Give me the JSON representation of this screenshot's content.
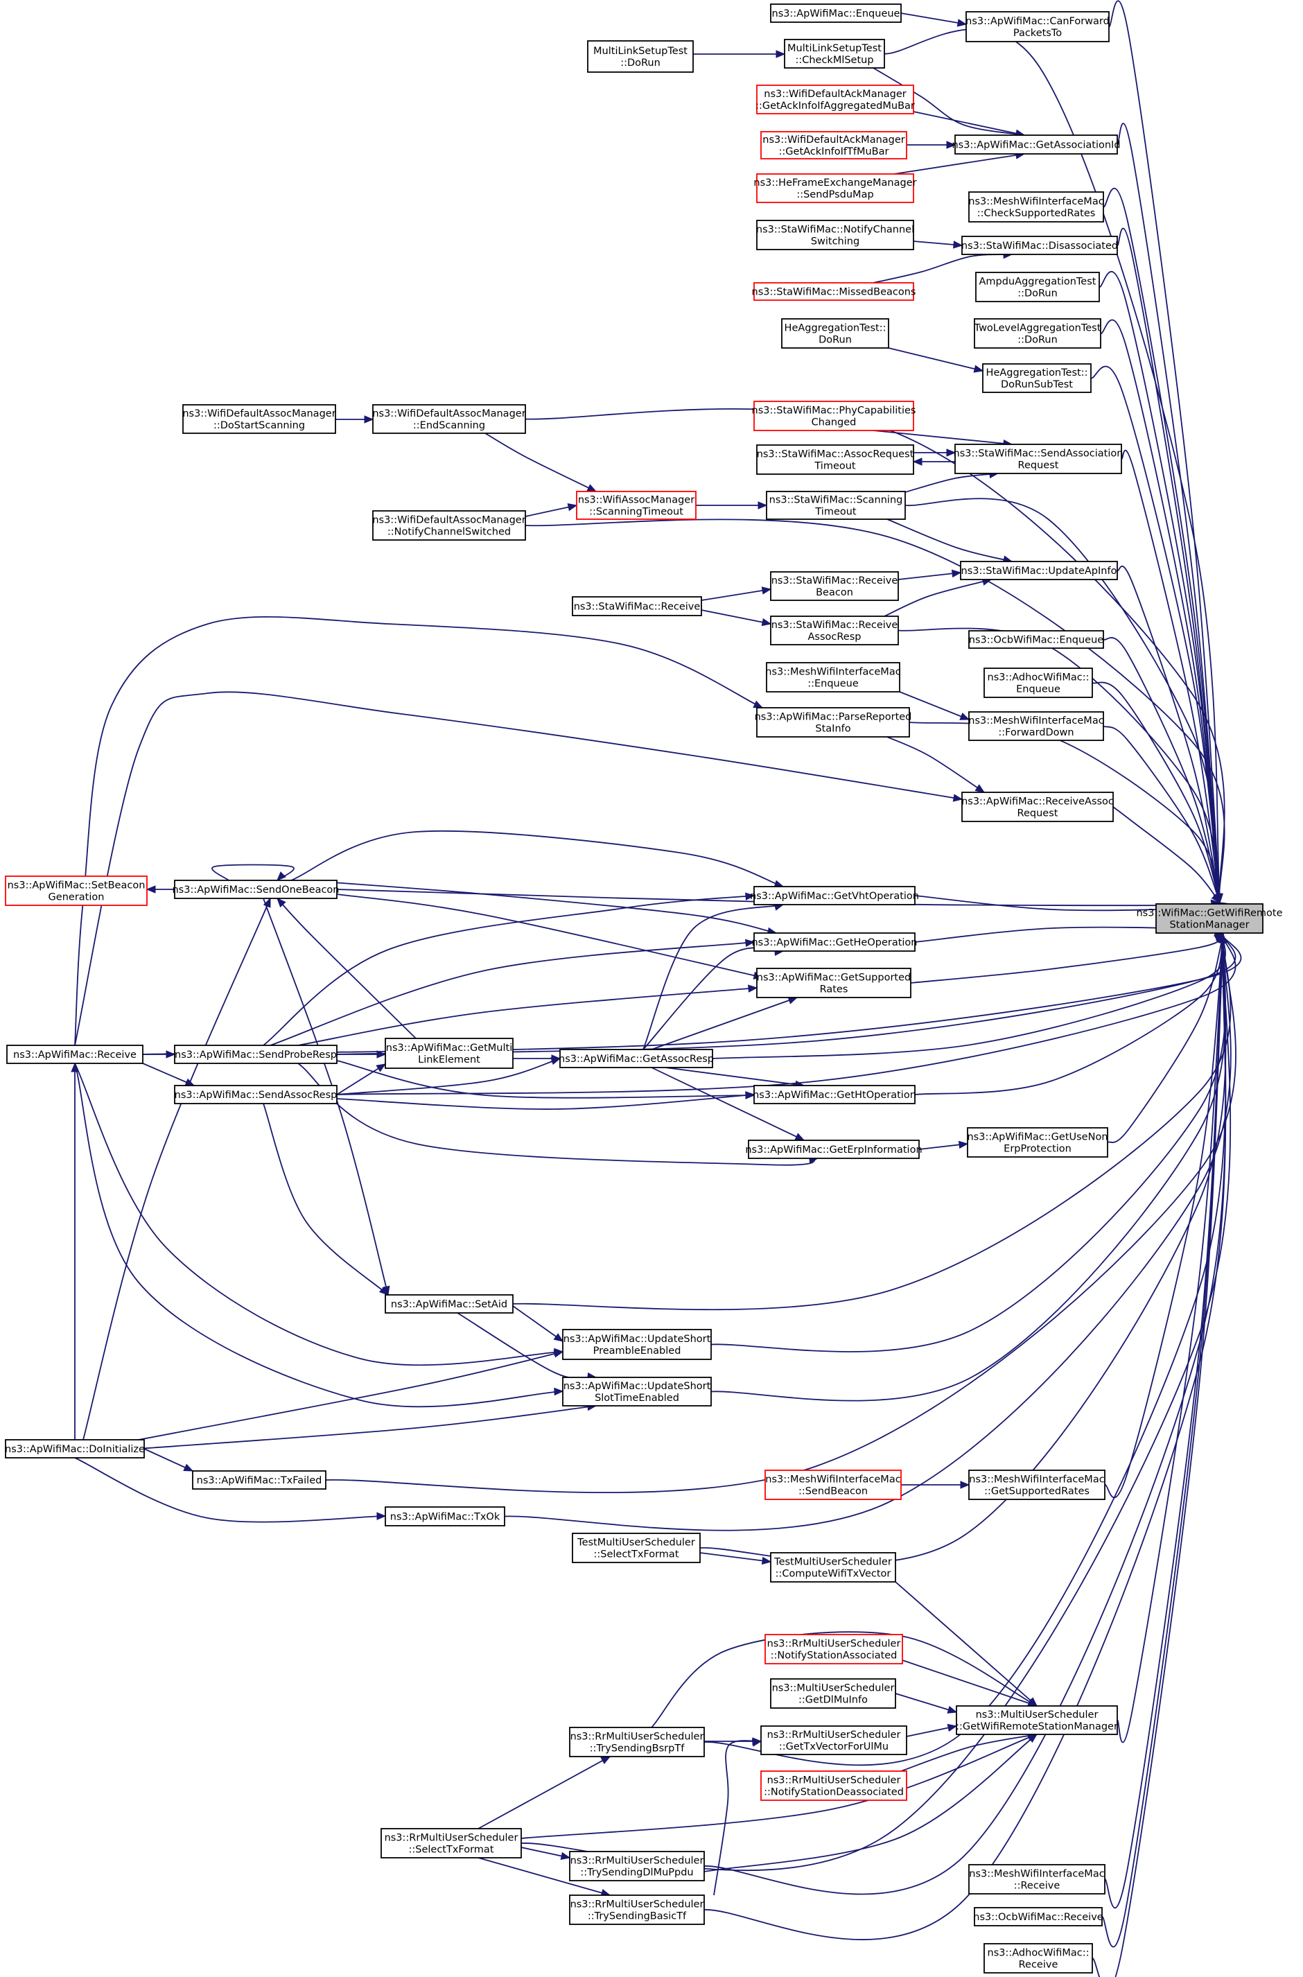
{
  "colors": {
    "edge": "#191970",
    "border_normal": "#000000",
    "border_truncated": "#ff0000",
    "focus_fill": "#bfbfbf",
    "background": "#ffffff"
  },
  "nodes": {
    "root": {
      "lines": [
        "ns3::WifiMac::GetWifiRemote",
        "StationManager"
      ],
      "style": "focus"
    },
    "apEnqueue": {
      "lines": [
        "ns3::ApWifiMac::Enqueue"
      ],
      "style": "normal"
    },
    "canForward": {
      "lines": [
        "ns3::ApWifiMac::CanForward",
        "PacketsTo"
      ],
      "style": "normal"
    },
    "mlsDoRun": {
      "lines": [
        "MultiLinkSetupTest",
        "::DoRun"
      ],
      "style": "normal"
    },
    "mlsCheckMl": {
      "lines": [
        "MultiLinkSetupTest",
        "::CheckMlSetup"
      ],
      "style": "normal"
    },
    "ackAggMu": {
      "lines": [
        "ns3::WifiDefaultAckManager",
        "::GetAckInfoIfAggregatedMuBar"
      ],
      "style": "truncated"
    },
    "ackTfMu": {
      "lines": [
        "ns3::WifiDefaultAckManager",
        "::GetAckInfoIfTfMuBar"
      ],
      "style": "truncated"
    },
    "heSendPsdu": {
      "lines": [
        "ns3::HeFrameExchangeManager",
        "::SendPsduMap"
      ],
      "style": "truncated"
    },
    "getAssocId": {
      "lines": [
        "ns3::ApWifiMac::GetAssociationId"
      ],
      "style": "normal"
    },
    "meshCheckRates": {
      "lines": [
        "ns3::MeshWifiInterfaceMac",
        "::CheckSupportedRates"
      ],
      "style": "normal"
    },
    "staNotifyChSw": {
      "lines": [
        "ns3::StaWifiMac::NotifyChannel",
        "Switching"
      ],
      "style": "normal"
    },
    "staDisassoc": {
      "lines": [
        "ns3::StaWifiMac::Disassociated"
      ],
      "style": "normal"
    },
    "staMissedBeacons": {
      "lines": [
        "ns3::StaWifiMac::MissedBeacons"
      ],
      "style": "truncated"
    },
    "ampduDoRun": {
      "lines": [
        "AmpduAggregationTest",
        "::DoRun"
      ],
      "style": "normal"
    },
    "heAggDoRun": {
      "lines": [
        "HeAggregationTest::",
        "DoRun"
      ],
      "style": "normal"
    },
    "twoLevelDoRun": {
      "lines": [
        "TwoLevelAggregationTest",
        "::DoRun"
      ],
      "style": "normal"
    },
    "heAggSub": {
      "lines": [
        "HeAggregationTest::",
        "DoRunSubTest"
      ],
      "style": "normal"
    },
    "defStartScan": {
      "lines": [
        "ns3::WifiDefaultAssocManager",
        "::DoStartScanning"
      ],
      "style": "normal"
    },
    "defEndScan": {
      "lines": [
        "ns3::WifiDefaultAssocManager",
        "::EndScanning"
      ],
      "style": "normal"
    },
    "staPhyCap": {
      "lines": [
        "ns3::StaWifiMac::PhyCapabilities",
        "Changed"
      ],
      "style": "truncated"
    },
    "staAssocReqTo": {
      "lines": [
        "ns3::StaWifiMac::AssocRequest",
        "Timeout"
      ],
      "style": "normal"
    },
    "staSendAssocReq": {
      "lines": [
        "ns3::StaWifiMac::SendAssociation",
        "Request"
      ],
      "style": "normal"
    },
    "defNotifyChSw": {
      "lines": [
        "ns3::WifiDefaultAssocManager",
        "::NotifyChannelSwitched"
      ],
      "style": "normal"
    },
    "scanTimeout": {
      "lines": [
        "ns3::WifiAssocManager",
        "::ScanningTimeout"
      ],
      "style": "truncated"
    },
    "staScanTimeout": {
      "lines": [
        "ns3::StaWifiMac::Scanning",
        "Timeout"
      ],
      "style": "normal"
    },
    "staUpdateApInfo": {
      "lines": [
        "ns3::StaWifiMac::UpdateApInfo"
      ],
      "style": "normal"
    },
    "staReceive": {
      "lines": [
        "ns3::StaWifiMac::Receive"
      ],
      "style": "normal"
    },
    "staRecvBeacon": {
      "lines": [
        "ns3::StaWifiMac::Receive",
        "Beacon"
      ],
      "style": "normal"
    },
    "staRecvAssocResp": {
      "lines": [
        "ns3::StaWifiMac::Receive",
        "AssocResp"
      ],
      "style": "normal"
    },
    "ocbEnqueue": {
      "lines": [
        "ns3::OcbWifiMac::Enqueue"
      ],
      "style": "normal"
    },
    "meshEnqueue": {
      "lines": [
        "ns3::MeshWifiInterfaceMac",
        "::Enqueue"
      ],
      "style": "normal"
    },
    "adhocEnqueue": {
      "lines": [
        "ns3::AdhocWifiMac::",
        "Enqueue"
      ],
      "style": "normal"
    },
    "apParseSta": {
      "lines": [
        "ns3::ApWifiMac::ParseReported",
        "StaInfo"
      ],
      "style": "normal"
    },
    "meshFwdDown": {
      "lines": [
        "ns3::MeshWifiInterfaceMac",
        "::ForwardDown"
      ],
      "style": "normal"
    },
    "apRecvAssocReq": {
      "lines": [
        "ns3::ApWifiMac::ReceiveAssoc",
        "Request"
      ],
      "style": "normal"
    },
    "apSetBeaconGen": {
      "lines": [
        "ns3::ApWifiMac::SetBeacon",
        "Generation"
      ],
      "style": "truncated"
    },
    "apSendOneBeacon": {
      "lines": [
        "ns3::ApWifiMac::SendOneBeacon"
      ],
      "style": "normal"
    },
    "apGetVht": {
      "lines": [
        "ns3::ApWifiMac::GetVhtOperation"
      ],
      "style": "normal"
    },
    "apGetHe": {
      "lines": [
        "ns3::ApWifiMac::GetHeOperation"
      ],
      "style": "normal"
    },
    "apGetRates": {
      "lines": [
        "ns3::ApWifiMac::GetSupported",
        "Rates"
      ],
      "style": "normal"
    },
    "apReceive": {
      "lines": [
        "ns3::ApWifiMac::Receive"
      ],
      "style": "normal"
    },
    "apSendProbe": {
      "lines": [
        "ns3::ApWifiMac::SendProbeResp"
      ],
      "style": "normal"
    },
    "apGetMultiLink": {
      "lines": [
        "ns3::ApWifiMac::GetMulti",
        "LinkElement"
      ],
      "style": "normal"
    },
    "apGetAssocResp": {
      "lines": [
        "ns3::ApWifiMac::GetAssocResp"
      ],
      "style": "normal"
    },
    "apSendAssocResp": {
      "lines": [
        "ns3::ApWifiMac::SendAssocResp"
      ],
      "style": "normal"
    },
    "apGetHt": {
      "lines": [
        "ns3::ApWifiMac::GetHtOperation"
      ],
      "style": "normal"
    },
    "apGetErp": {
      "lines": [
        "ns3::ApWifiMac::GetErpInformation"
      ],
      "style": "normal"
    },
    "apGetUseNonErp": {
      "lines": [
        "ns3::ApWifiMac::GetUseNon",
        "ErpProtection"
      ],
      "style": "normal"
    },
    "apSetAid": {
      "lines": [
        "ns3::ApWifiMac::SetAid"
      ],
      "style": "normal"
    },
    "apUpdShortPre": {
      "lines": [
        "ns3::ApWifiMac::UpdateShort",
        "PreambleEnabled"
      ],
      "style": "normal"
    },
    "apUpdShortSlot": {
      "lines": [
        "ns3::ApWifiMac::UpdateShort",
        "SlotTimeEnabled"
      ],
      "style": "normal"
    },
    "apDoInit": {
      "lines": [
        "ns3::ApWifiMac::DoInitialize"
      ],
      "style": "normal"
    },
    "apTxFailed": {
      "lines": [
        "ns3::ApWifiMac::TxFailed"
      ],
      "style": "normal"
    },
    "apTxOk": {
      "lines": [
        "ns3::ApWifiMac::TxOk"
      ],
      "style": "normal"
    },
    "meshSendBeacon": {
      "lines": [
        "ns3::MeshWifiInterfaceMac",
        "::SendBeacon"
      ],
      "style": "truncated"
    },
    "meshGetRates": {
      "lines": [
        "ns3::MeshWifiInterfaceMac",
        "::GetSupportedRates"
      ],
      "style": "normal"
    },
    "tmuSelect": {
      "lines": [
        "TestMultiUserScheduler",
        "::SelectTxFormat"
      ],
      "style": "normal"
    },
    "tmuCompute": {
      "lines": [
        "TestMultiUserScheduler",
        "::ComputeWifiTxVector"
      ],
      "style": "normal"
    },
    "rrNotifyAssoc": {
      "lines": [
        "ns3::RrMultiUserScheduler",
        "::NotifyStationAssociated"
      ],
      "style": "truncated"
    },
    "muGetDlMuInfo": {
      "lines": [
        "ns3::MultiUserScheduler",
        "::GetDlMuInfo"
      ],
      "style": "normal"
    },
    "muGetRsm": {
      "lines": [
        "ns3::MultiUserScheduler",
        "::GetWifiRemoteStationManager"
      ],
      "style": "normal"
    },
    "rrTryBsrp": {
      "lines": [
        "ns3::RrMultiUserScheduler",
        "::TrySendingBsrpTf"
      ],
      "style": "normal"
    },
    "rrGetTxVecUl": {
      "lines": [
        "ns3::RrMultiUserScheduler",
        "::GetTxVectorForUlMu"
      ],
      "style": "normal"
    },
    "rrNotifyDeassoc": {
      "lines": [
        "ns3::RrMultiUserScheduler",
        "::NotifyStationDeassociated"
      ],
      "style": "truncated"
    },
    "rrSelect": {
      "lines": [
        "ns3::RrMultiUserScheduler",
        "::SelectTxFormat"
      ],
      "style": "normal"
    },
    "rrTryDlMu": {
      "lines": [
        "ns3::RrMultiUserScheduler",
        "::TrySendingDlMuPpdu"
      ],
      "style": "normal"
    },
    "rrTryBasic": {
      "lines": [
        "ns3::RrMultiUserScheduler",
        "::TrySendingBasicTf"
      ],
      "style": "normal"
    },
    "meshReceive": {
      "lines": [
        "ns3::MeshWifiInterfaceMac",
        "::Receive"
      ],
      "style": "normal"
    },
    "ocbReceive": {
      "lines": [
        "ns3::OcbWifiMac::Receive"
      ],
      "style": "normal"
    },
    "adhocReceive": {
      "lines": [
        "ns3::AdhocWifiMac::",
        "Receive"
      ],
      "style": "normal"
    }
  }
}
